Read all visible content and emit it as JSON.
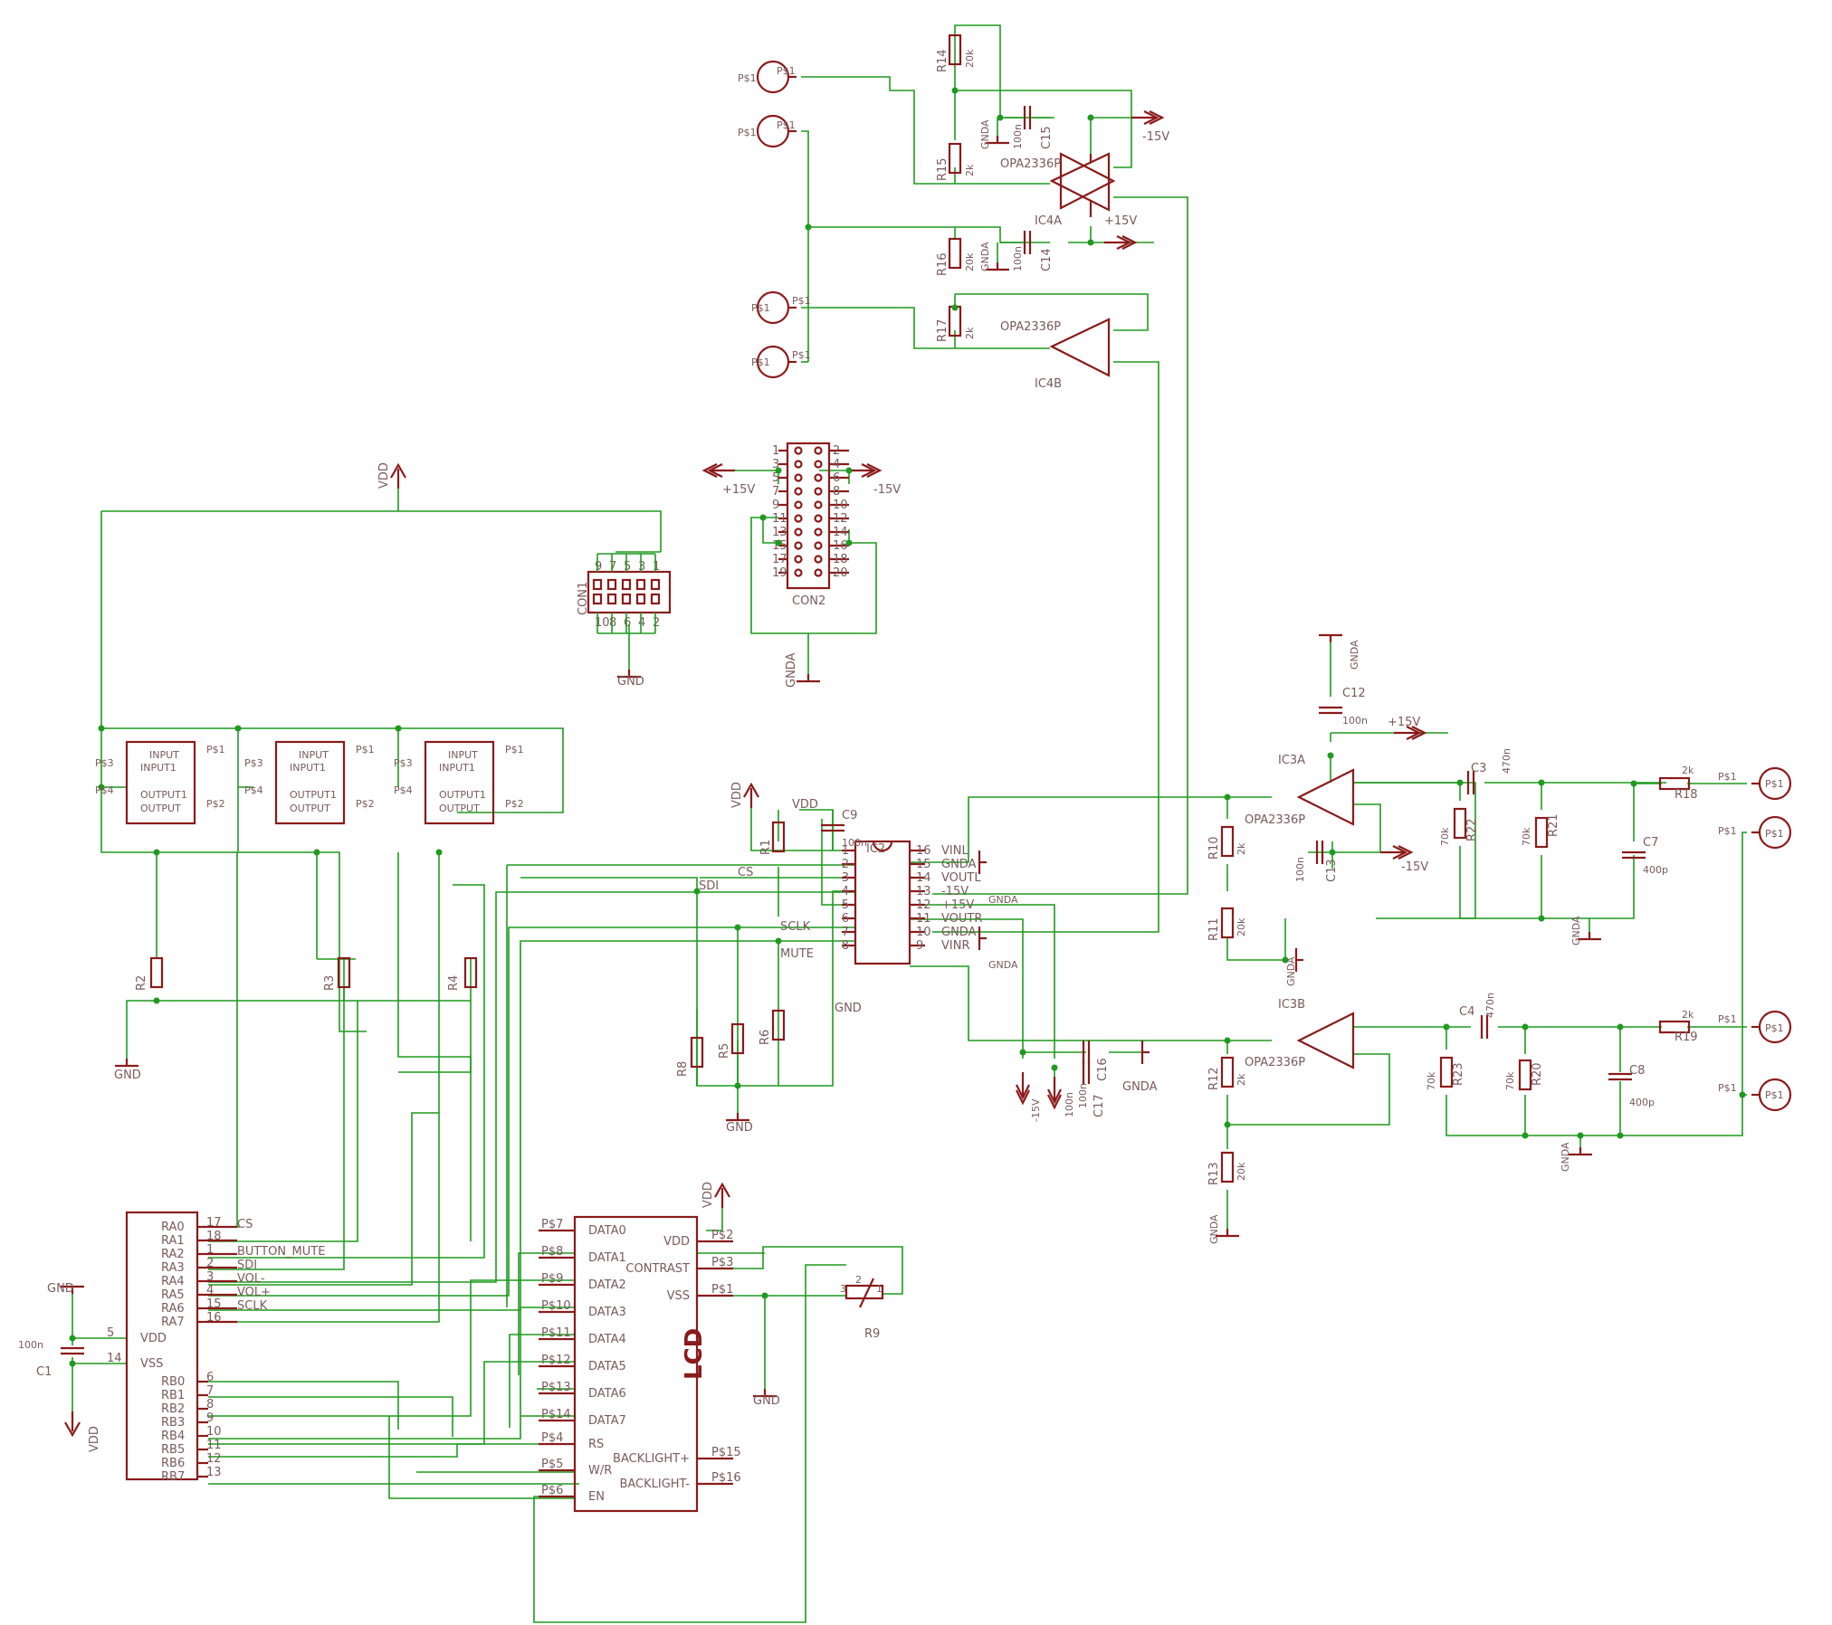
{
  "labels": {
    "vdd": "VDD",
    "gnd": "GND",
    "gnda": "GNDA",
    "p15": "+15V",
    "m15": "-15V",
    "ps1": "P$1",
    "ps2": "P$2",
    "ps3": "P$3",
    "ps4": "P$4",
    "ps5": "P$5",
    "ps6": "P$6",
    "ps7": "P$7",
    "ps8": "P$8",
    "ps9": "P$9",
    "ps10": "P$10",
    "ps11": "P$11",
    "ps12": "P$12",
    "ps13": "P$13",
    "ps14": "P$14",
    "ps15": "P$15",
    "ps16": "P$16",
    "opa": "OPA2336P",
    "ic4a": "IC4A",
    "ic4b": "IC4B",
    "ic3a": "IC3A",
    "ic3b": "IC3B",
    "ic2": "IC2",
    "con1": "CON1",
    "con2": "CON2",
    "lcd": "LCD",
    "cs": "CS",
    "sdi": "SDI",
    "sclk": "SCLK",
    "mute": "MUTE",
    "btnmute": "BUTTON_MUTE",
    "voln": "VOL-",
    "volp": "VOL+",
    "input": "INPUT",
    "input1": "INPUT1",
    "output1": "OUTPUT1",
    "output": "OUTPUT",
    "r1": "R1",
    "r2": "R2",
    "r3": "R3",
    "r4": "R4",
    "r5": "R5",
    "r6": "R6",
    "r8": "R8",
    "r9": "R9",
    "r10": "R10",
    "r11": "R11",
    "r12": "R12",
    "r13": "R13",
    "r14": "R14",
    "r15": "R15",
    "r16": "R16",
    "r17": "R17",
    "r18": "R18",
    "r19": "R19",
    "r20": "R20",
    "r21": "R21",
    "r22": "R22",
    "r23": "R23",
    "c1": "C1",
    "c3": "C3",
    "c4": "C4",
    "c7": "C7",
    "c8": "C8",
    "c9": "C9",
    "c12": "C12",
    "c13": "C13",
    "c14": "C14",
    "c15": "C15",
    "c16": "C16",
    "c17": "C17",
    "v100n": "100n",
    "v20k": "20k",
    "v2k": "2k",
    "v70k": "70k",
    "v470n": "470n",
    "v400p": "400p",
    "vinl": "VINL",
    "voutl": "VOUTL",
    "voutr": "VOUTR",
    "vinr": "VINR"
  },
  "mcu_left_pins": [
    {
      "name": "RA0",
      "num": "17",
      "net": "CS"
    },
    {
      "name": "RA1",
      "num": "18",
      "net": ""
    },
    {
      "name": "RA2",
      "num": "1",
      "net": "BUTTON_MUTE"
    },
    {
      "name": "RA3",
      "num": "2",
      "net": "SDI"
    },
    {
      "name": "RA4",
      "num": "3",
      "net": "VOL-"
    },
    {
      "name": "RA5",
      "num": "4",
      "net": "VOL+"
    },
    {
      "name": "RA6",
      "num": "15",
      "net": "SCLK"
    },
    {
      "name": "RA7",
      "num": "16",
      "net": ""
    }
  ],
  "mcu_power_pins": [
    {
      "name": "VDD",
      "num": "5"
    },
    {
      "name": "VSS",
      "num": "14"
    }
  ],
  "mcu_port_b": [
    {
      "name": "RB0",
      "num": "6"
    },
    {
      "name": "RB1",
      "num": "7"
    },
    {
      "name": "RB2",
      "num": "8"
    },
    {
      "name": "RB3",
      "num": "9"
    },
    {
      "name": "RB4",
      "num": "10"
    },
    {
      "name": "RB5",
      "num": "11"
    },
    {
      "name": "RB6",
      "num": "12"
    },
    {
      "name": "RB7",
      "num": "13"
    }
  ],
  "lcd_left_pins": [
    {
      "name": "DATA0",
      "pad": "P$7"
    },
    {
      "name": "DATA1",
      "pad": "P$8"
    },
    {
      "name": "DATA2",
      "pad": "P$9"
    },
    {
      "name": "DATA3",
      "pad": "P$10"
    },
    {
      "name": "DATA4",
      "pad": "P$11"
    },
    {
      "name": "DATA5",
      "pad": "P$12"
    },
    {
      "name": "DATA6",
      "pad": "P$13"
    },
    {
      "name": "DATA7",
      "pad": "P$14"
    },
    {
      "name": "RS",
      "pad": "P$4"
    },
    {
      "name": "W/R",
      "pad": "P$5"
    },
    {
      "name": "EN",
      "pad": "P$6"
    }
  ],
  "lcd_right_pins": [
    {
      "name": "VDD",
      "pad": "P$2"
    },
    {
      "name": "CONTRAST",
      "pad": "P$3"
    },
    {
      "name": "VSS",
      "pad": "P$1"
    },
    {
      "name": "BACKLIGHT+",
      "pad": "P$15"
    },
    {
      "name": "BACKLIGHT-",
      "pad": "P$16"
    }
  ],
  "ic2_left_pins": [
    "1",
    "2",
    "3",
    "4",
    "5",
    "6",
    "7",
    "8"
  ],
  "ic2_right_pins": [
    {
      "num": "16",
      "name": "VINL"
    },
    {
      "num": "15",
      "name": "GNDA"
    },
    {
      "num": "14",
      "name": "VOUTL"
    },
    {
      "num": "13",
      "name": "-15V"
    },
    {
      "num": "12",
      "name": "+15V"
    },
    {
      "num": "11",
      "name": "VOUTR"
    },
    {
      "num": "10",
      "name": "GNDA"
    },
    {
      "num": "9",
      "name": "VINR"
    }
  ],
  "con1_top_pins": [
    "9",
    "7",
    "5",
    "3",
    "1"
  ],
  "con1_bottom_pins": [
    "10",
    "8",
    "6",
    "4",
    "2"
  ],
  "con2_left_pins": [
    "1",
    "3",
    "5",
    "7",
    "9",
    "11",
    "13",
    "15",
    "17",
    "19"
  ],
  "con2_right_pins": [
    "2",
    "4",
    "6",
    "8",
    "10",
    "12",
    "14",
    "16",
    "18",
    "20"
  ],
  "colors": {
    "wire": "#1f9a1f",
    "part": "#8b1a1a",
    "text": "#7a5a5a"
  }
}
